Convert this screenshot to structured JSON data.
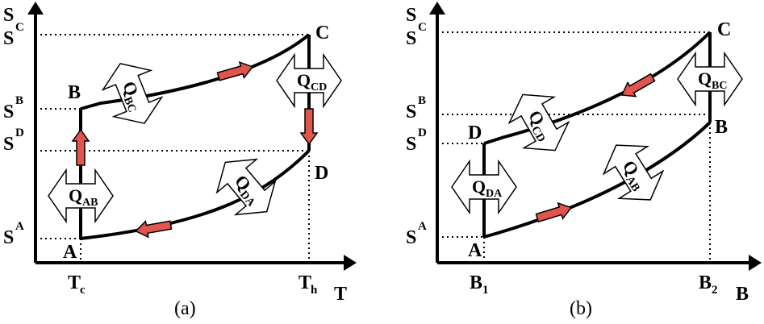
{
  "colors": {
    "arrow_fill": "#e0554d",
    "line": "#000000",
    "box_fill": "#ffffff"
  },
  "panel_a": {
    "caption": "(a)",
    "x_axis": {
      "letter": "T",
      "tick1": "T",
      "tick1_sub": "c",
      "tick2": "T",
      "tick2_sub": "h"
    },
    "y_axis": {
      "letter": "S",
      "ticks": [
        {
          "base": "S",
          "sup": "C"
        },
        {
          "base": "S",
          "sup": "B"
        },
        {
          "base": "S",
          "sup": "D"
        },
        {
          "base": "S",
          "sup": "A"
        }
      ]
    },
    "points": {
      "a": "A",
      "b": "B",
      "c": "C",
      "d": "D"
    },
    "heats": [
      {
        "q": "Q",
        "sub": "AB"
      },
      {
        "q": "Q",
        "sub": "BC"
      },
      {
        "q": "Q",
        "sub": "CD"
      },
      {
        "q": "Q",
        "sub": "DA"
      }
    ]
  },
  "panel_b": {
    "caption": "(b)",
    "x_axis": {
      "letter": "B",
      "tick1": "B",
      "tick1_sub": "1",
      "tick2": "B",
      "tick2_sub": "2"
    },
    "y_axis": {
      "letter": "S",
      "ticks": [
        {
          "base": "S",
          "sup": "C"
        },
        {
          "base": "S",
          "sup": "B"
        },
        {
          "base": "S",
          "sup": "D"
        },
        {
          "base": "S",
          "sup": "A"
        }
      ]
    },
    "points": {
      "a": "A",
      "b": "B",
      "c": "C",
      "d": "D"
    },
    "heats": [
      {
        "q": "Q",
        "sub": "DA"
      },
      {
        "q": "Q",
        "sub": "CD"
      },
      {
        "q": "Q",
        "sub": "BC"
      },
      {
        "q": "Q",
        "sub": "AB"
      }
    ]
  }
}
